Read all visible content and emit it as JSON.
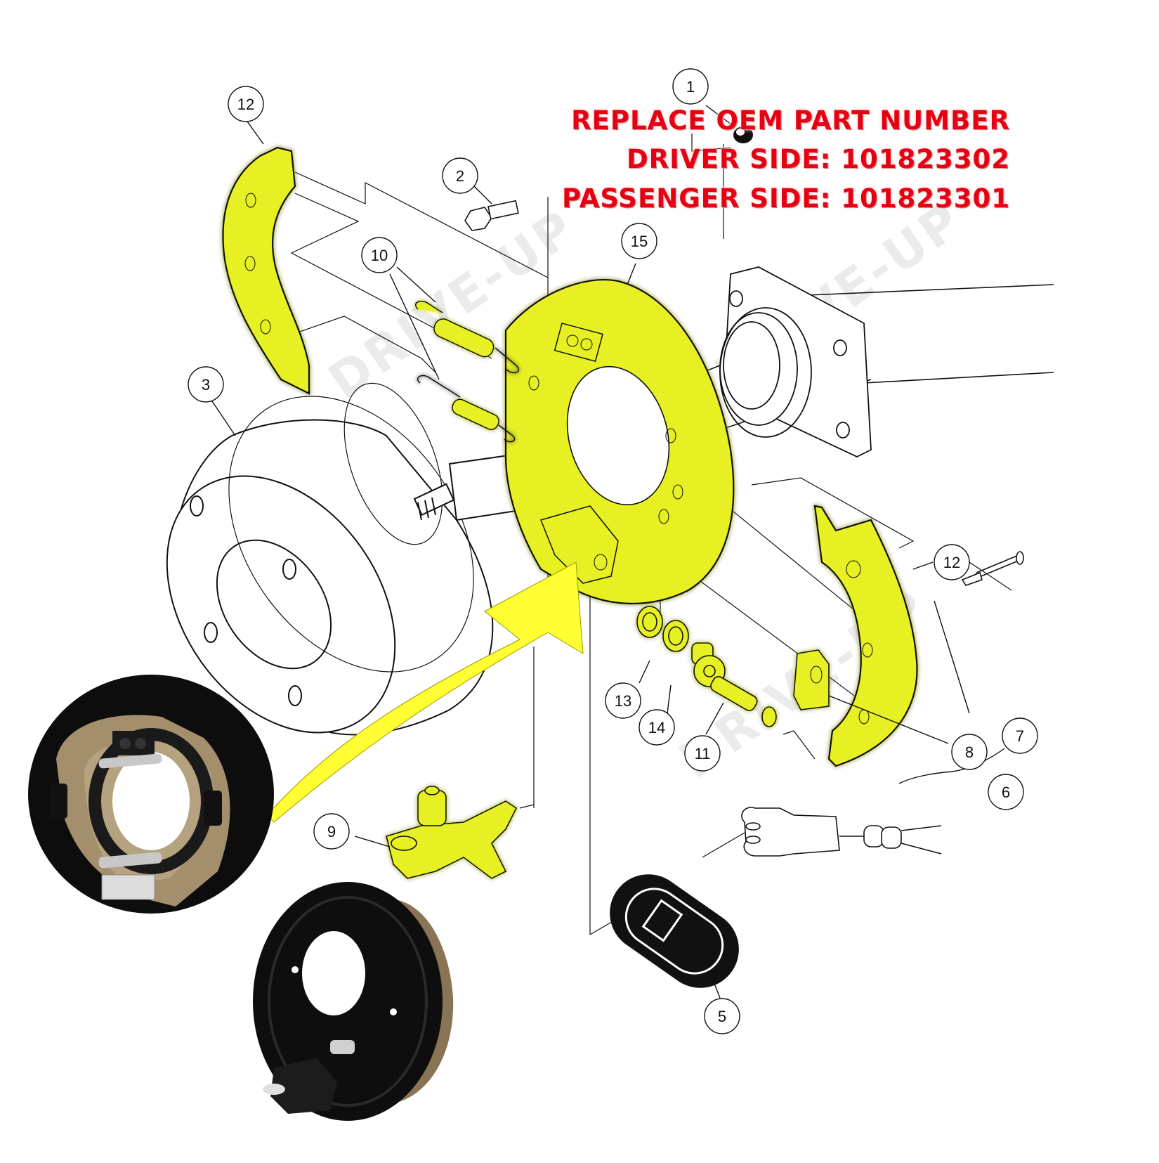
{
  "banner": {
    "line1": "REPLACE OEM PART NUMBER",
    "line2": "DRIVER SIDE: 101823302",
    "line3": "PASSENGER SIDE: 101823301",
    "color": "#e60012"
  },
  "watermark": {
    "text": "DRIVE-UP"
  },
  "highlight_color": "#e6f020",
  "callouts": [
    {
      "id": "1",
      "label": "1",
      "part": "nut"
    },
    {
      "id": "2",
      "label": "2",
      "part": "bolt"
    },
    {
      "id": "3",
      "label": "3",
      "part": "brake-drum"
    },
    {
      "id": "5",
      "label": "5",
      "part": "dust-boot"
    },
    {
      "id": "6",
      "label": "6",
      "part": "shoe-hold-down-kit"
    },
    {
      "id": "7",
      "label": "7",
      "part": "hold-down-pin"
    },
    {
      "id": "8",
      "label": "8",
      "part": "retainer-clip"
    },
    {
      "id": "9",
      "label": "9",
      "part": "actuator-lever"
    },
    {
      "id": "10",
      "label": "10",
      "part": "return-springs"
    },
    {
      "id": "11",
      "label": "11",
      "part": "adjuster-screw"
    },
    {
      "id": "12a",
      "label": "12",
      "part": "brake-shoe-upper"
    },
    {
      "id": "12b",
      "label": "12",
      "part": "brake-shoe-lower"
    },
    {
      "id": "13",
      "label": "13",
      "part": "washer"
    },
    {
      "id": "14",
      "label": "14",
      "part": "washer"
    },
    {
      "id": "15",
      "label": "15",
      "part": "backing-plate"
    }
  ],
  "photos": [
    {
      "name": "assembled-brake-front",
      "desc": "brake assembly front view"
    },
    {
      "name": "assembled-brake-rear",
      "desc": "brake assembly rear view"
    }
  ]
}
